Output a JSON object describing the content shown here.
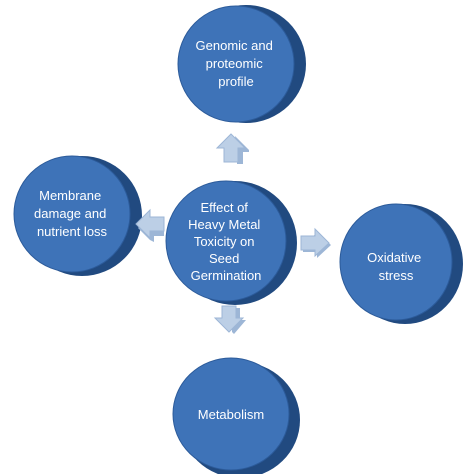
{
  "colors": {
    "node_fill": "#3E73B8",
    "node_edge": "#2C5B9A",
    "node_shadow": "#214A80",
    "arrow_fill": "#BCCFE6",
    "arrow_stroke": "#9DB6D6",
    "text": "#FFFFFF"
  },
  "center": {
    "lines": [
      "Effect of",
      "Heavy Metal",
      "Toxicity on",
      "Seed",
      "Germination"
    ]
  },
  "nodes": [
    {
      "id": "genomic",
      "lines": [
        "Genomic and",
        "proteomic",
        "profile"
      ]
    },
    {
      "id": "oxidative",
      "lines": [
        "Oxidative",
        "stress"
      ]
    },
    {
      "id": "metabolism",
      "lines": [
        "Metabolism"
      ]
    },
    {
      "id": "membrane",
      "lines": [
        "Membrane",
        "damage and",
        "nutrient loss"
      ]
    }
  ],
  "arrows": [
    {
      "direction": "up",
      "icon": "block-arrow-up-icon"
    },
    {
      "direction": "right",
      "icon": "block-arrow-right-icon"
    },
    {
      "direction": "down",
      "icon": "block-arrow-down-icon"
    },
    {
      "direction": "left",
      "icon": "block-arrow-left-icon"
    }
  ]
}
